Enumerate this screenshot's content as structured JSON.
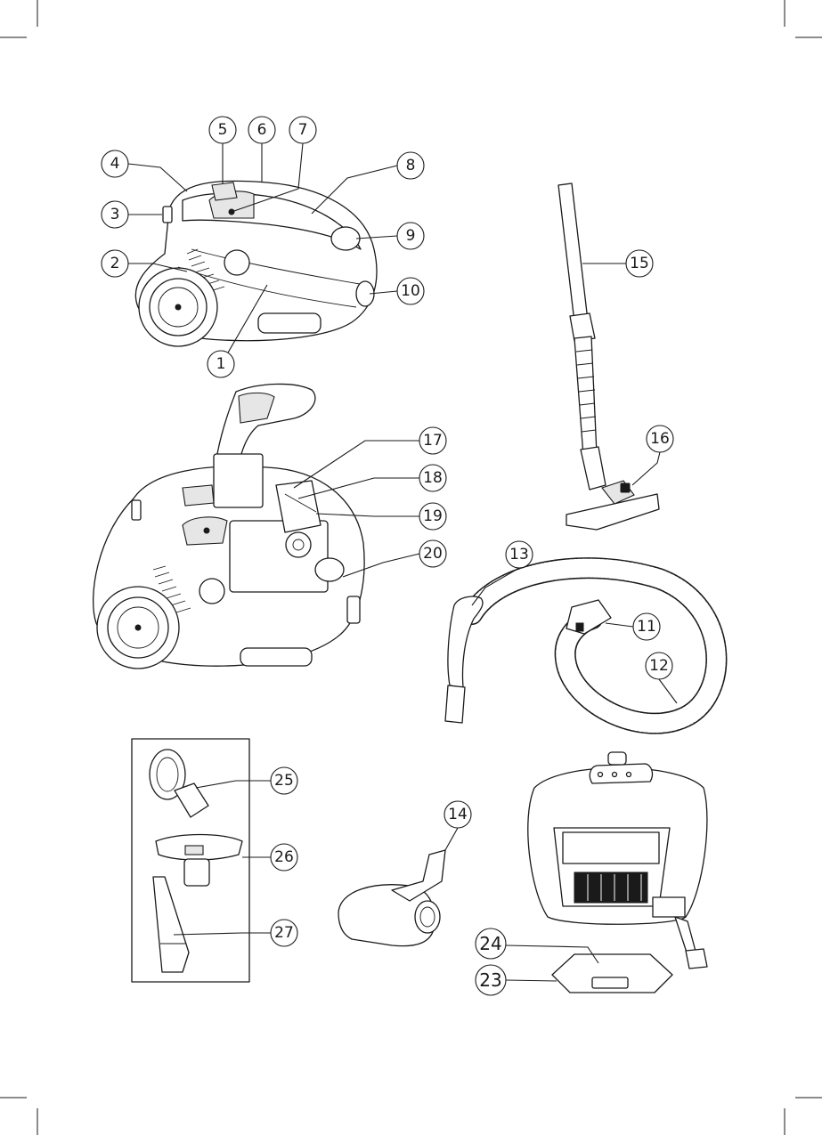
{
  "figure": {
    "background": "#ffffff",
    "ink": "#1a1a1a",
    "shade": "#e6e6e6"
  },
  "callouts": [
    {
      "id": "c1",
      "label": "1"
    },
    {
      "id": "c2",
      "label": "2"
    },
    {
      "id": "c3",
      "label": "3"
    },
    {
      "id": "c4",
      "label": "4"
    },
    {
      "id": "c5",
      "label": "5"
    },
    {
      "id": "c6",
      "label": "6"
    },
    {
      "id": "c7",
      "label": "7"
    },
    {
      "id": "c8",
      "label": "8"
    },
    {
      "id": "c9",
      "label": "9"
    },
    {
      "id": "c10",
      "label": "10"
    },
    {
      "id": "c11",
      "label": "11"
    },
    {
      "id": "c12",
      "label": "12"
    },
    {
      "id": "c13",
      "label": "13"
    },
    {
      "id": "c14",
      "label": "14"
    },
    {
      "id": "c15",
      "label": "15"
    },
    {
      "id": "c16",
      "label": "16"
    },
    {
      "id": "c17",
      "label": "17"
    },
    {
      "id": "c18",
      "label": "18"
    },
    {
      "id": "c19",
      "label": "19"
    },
    {
      "id": "c20",
      "label": "20"
    },
    {
      "id": "c23",
      "label": "23"
    },
    {
      "id": "c24",
      "label": "24"
    },
    {
      "id": "c25",
      "label": "25"
    },
    {
      "id": "c26",
      "label": "26"
    },
    {
      "id": "c27",
      "label": "27"
    }
  ]
}
